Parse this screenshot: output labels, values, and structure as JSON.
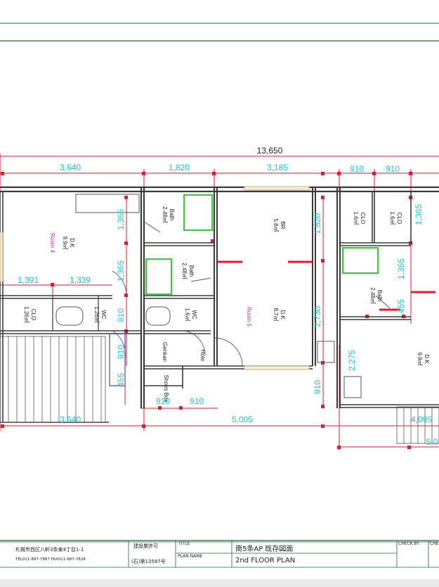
{
  "colors": {
    "wall": "#3a3a3a",
    "dimension": "#e8192c",
    "dim_text": "#17c9d9",
    "room_text": "#e024c8",
    "fixture": "#33cc33",
    "frame": "#1f6b3a"
  },
  "dimensions": {
    "overall": "13,650",
    "top": [
      "3,640",
      "1,820",
      "3,185",
      "910",
      "910"
    ],
    "bottom": [
      "3,640",
      "5,005",
      "4,095",
      "5,0"
    ],
    "small_h": [
      "1,391",
      "1,339",
      "910",
      "910"
    ],
    "vertical": [
      "1,365",
      "1,365",
      "910",
      "910",
      "455",
      "1,820",
      "2,730",
      "910",
      "2,275",
      "1,365",
      "1,365",
      "455"
    ]
  },
  "rooms": [
    {
      "name": "D.K",
      "area": "9.9㎡"
    },
    {
      "name": "Bath",
      "area": "2.48㎡"
    },
    {
      "name": "BR",
      "area": "5.8㎡"
    },
    {
      "name": "CLO",
      "area": "1.6㎡"
    },
    {
      "name": "CLO",
      "area": "1.6㎡"
    },
    {
      "name": "Bath",
      "area": "2.48㎡"
    },
    {
      "name": "CLO",
      "area": "1.26㎡"
    },
    {
      "name": "WC",
      "area": "1.26㎡"
    },
    {
      "name": "WC",
      "area": "1.6㎡"
    },
    {
      "name": "D.K",
      "area": "8.7㎡"
    },
    {
      "name": "Bath",
      "area": "2.48㎡"
    },
    {
      "name": "D.K",
      "area": "9.9㎡"
    }
  ],
  "room_tags": [
    "Room 4",
    "Room 5"
  ],
  "labels": [
    "Genkan",
    "Hole",
    "Shoes Box"
  ],
  "title_block": {
    "address": "札幌市西区八軒3条東4丁目1-1",
    "tel": "TEL011-887-7887 FAX011-887-7828",
    "permit_title": "建設業許可",
    "permit_no": "(石)第13587号",
    "title_label": "TITLE",
    "title": "南5条AP 既存図面",
    "plan_name_label": "PLAN NAME",
    "plan_name": "2nd  FLOOR PLAN",
    "check_by": "CHECK BY",
    "check_cut": "CHE"
  }
}
